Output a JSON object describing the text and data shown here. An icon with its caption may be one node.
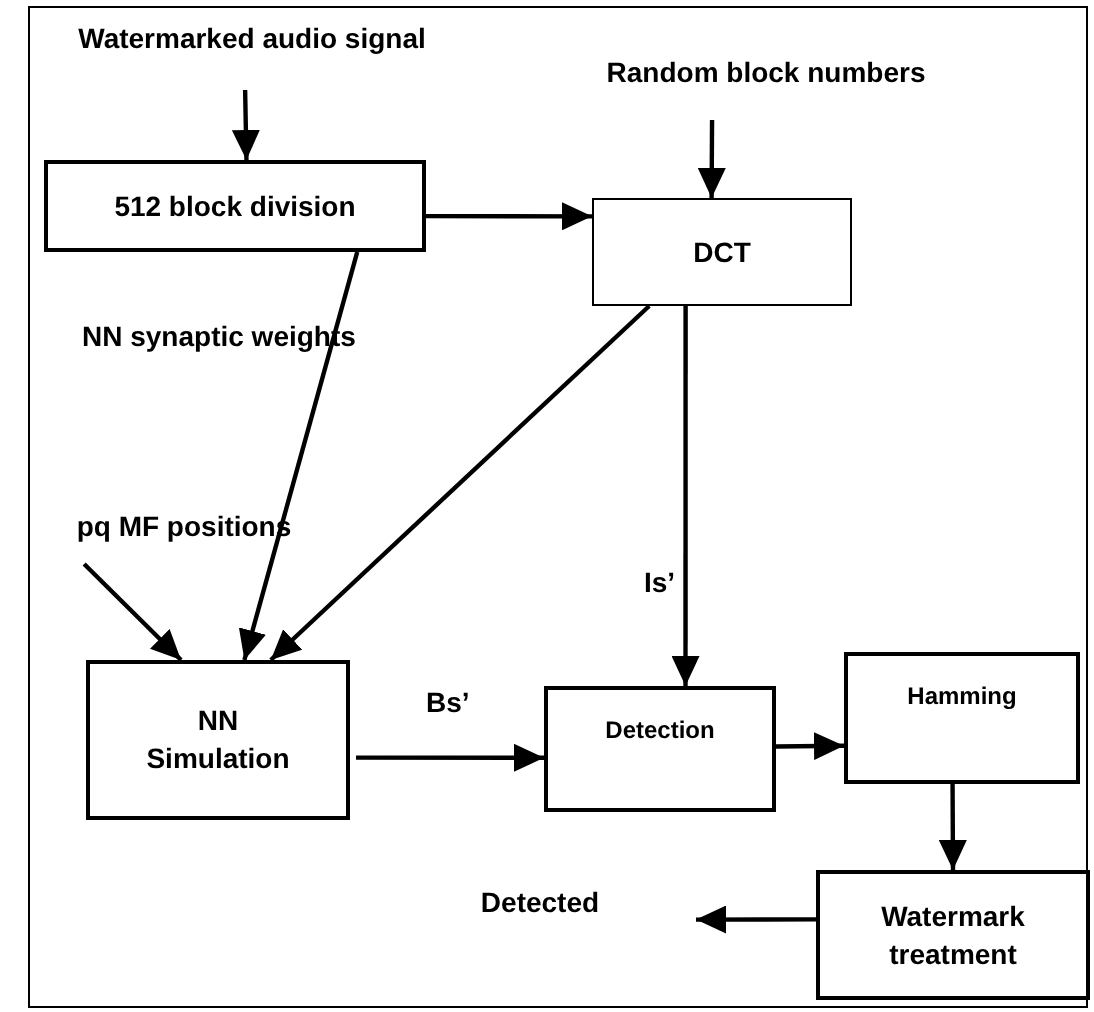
{
  "diagram": {
    "nodes": [
      {
        "text": [
          "Watermarked audio signal"
        ]
      },
      {
        "text": [
          "512 block division"
        ]
      },
      {
        "text": [
          "Random block numbers"
        ]
      },
      {
        "text": [
          "DCT"
        ]
      },
      {
        "text": [
          "pq MF positions"
        ]
      },
      {
        "text": [
          "NN Simulation"
        ]
      },
      {
        "text": [
          "Detection"
        ]
      },
      {
        "text": [
          "Hamming"
        ]
      },
      {
        "text": [
          "Watermark treatment"
        ]
      },
      {
        "text": [
          "Detected"
        ]
      }
    ],
    "edges": [
      {
        "from": 0,
        "to": 1,
        "arrow": "to"
      },
      {
        "from": 2,
        "to": 3,
        "arrow": "to"
      },
      {
        "from": 1,
        "to": 3,
        "arrow": "to"
      },
      {
        "from": 1,
        "to": 5,
        "arrow": "to"
      },
      {
        "from": 3,
        "to": 5,
        "arrow": "to"
      },
      {
        "from": 4,
        "to": 5,
        "arrow": "to"
      },
      {
        "from": 3,
        "to": 6,
        "arrow": "to",
        "label": "Is’"
      },
      {
        "from": 5,
        "to": 6,
        "arrow": "to",
        "label": "Bs’"
      },
      {
        "from": 6,
        "to": 7,
        "arrow": "to"
      },
      {
        "from": 7,
        "to": 8,
        "arrow": "to"
      },
      {
        "from": 8,
        "to": 9,
        "arrow": "to"
      }
    ],
    "labels": [
      "NN synaptic weights"
    ]
  }
}
